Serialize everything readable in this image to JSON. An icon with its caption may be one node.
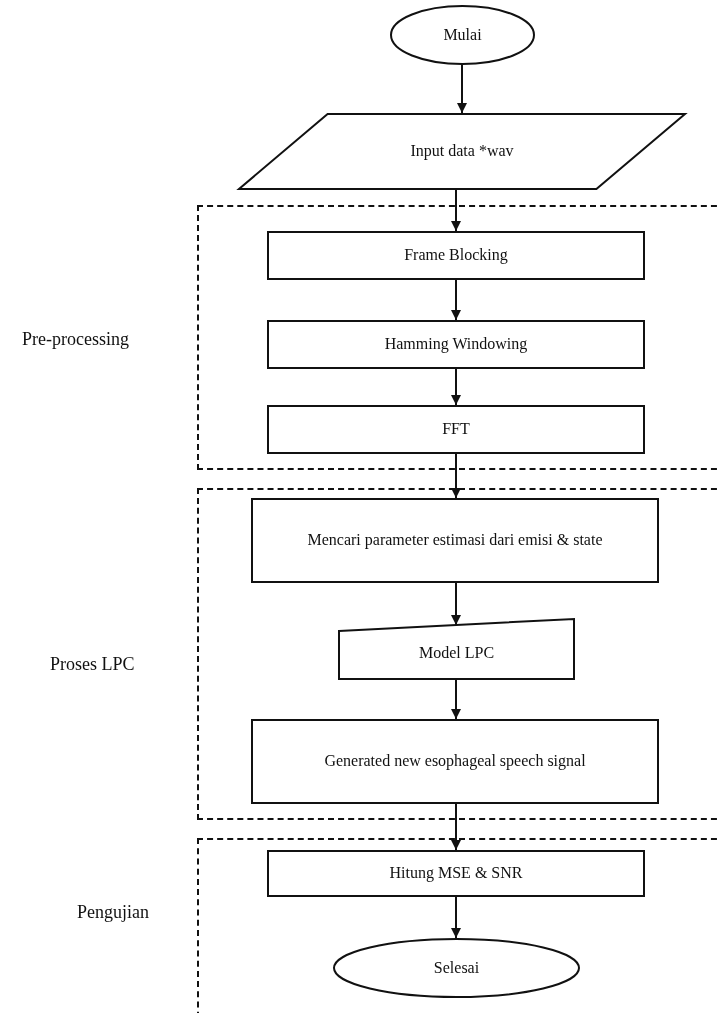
{
  "diagram": {
    "nodes": [
      {
        "text": [
          "Mulai"
        ]
      },
      {
        "text": [
          "Input data *wav"
        ]
      },
      {
        "text": [
          "Pre-processing"
        ]
      },
      {
        "text": [
          "Frame Blocking"
        ],
        "in": 2
      },
      {
        "text": [
          "Hamming Windowing"
        ],
        "in": 2
      },
      {
        "text": [
          "FFT"
        ],
        "in": 2
      },
      {
        "text": [
          "Proses LPC"
        ]
      },
      {
        "text": [
          "Mencari parameter estimasi dari emisi & state"
        ],
        "in": 6
      },
      {
        "text": [
          "Model LPC"
        ],
        "in": 6
      },
      {
        "text": [
          "Generated new esophageal speech signal"
        ],
        "in": 6
      },
      {
        "text": [
          "Pengujian"
        ]
      },
      {
        "text": [
          "Hitung MSE & SNR"
        ],
        "in": 10
      },
      {
        "text": [
          "Selesai"
        ],
        "in": 10
      }
    ],
    "edges": [
      {
        "from": 0,
        "to": 1,
        "arrow": "to"
      },
      {
        "from": 1,
        "to": 3,
        "arrow": "to"
      },
      {
        "from": 3,
        "to": 4,
        "arrow": "to"
      },
      {
        "from": 4,
        "to": 5,
        "arrow": "to"
      },
      {
        "from": 5,
        "to": 7,
        "arrow": "to"
      },
      {
        "from": 7,
        "to": 8,
        "arrow": "to"
      },
      {
        "from": 8,
        "to": 9,
        "arrow": "to"
      },
      {
        "from": 9,
        "to": 11,
        "arrow": "to"
      },
      {
        "from": 11,
        "to": 12,
        "arrow": "to"
      }
    ]
  }
}
